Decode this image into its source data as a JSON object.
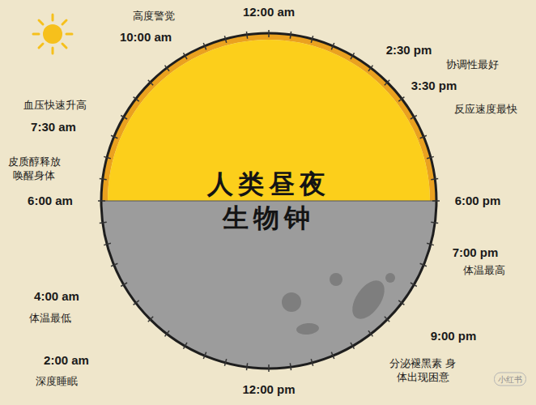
{
  "diagram": {
    "nodes": [
      {
        "text": [
          "人类昼夜",
          "生物钟"
        ]
      }
    ],
    "labels": [
      "12:00 am",
      "高度警觉",
      "10:00 am",
      "2:30 pm",
      "协调性最好",
      "3:30 pm",
      "反应速度最快",
      "血压快速升高",
      "7:30 am",
      "皮质醇释放 唤醒身体",
      "6:00 am",
      "6:00 pm",
      "7:00 pm",
      "体温最高",
      "4:00 am",
      "体温最低",
      "9:00 pm",
      "分泌褪黑素 身体出现困意",
      "2:00 am",
      "深度睡眠",
      "12:00 pm",
      "小红书"
    ]
  }
}
